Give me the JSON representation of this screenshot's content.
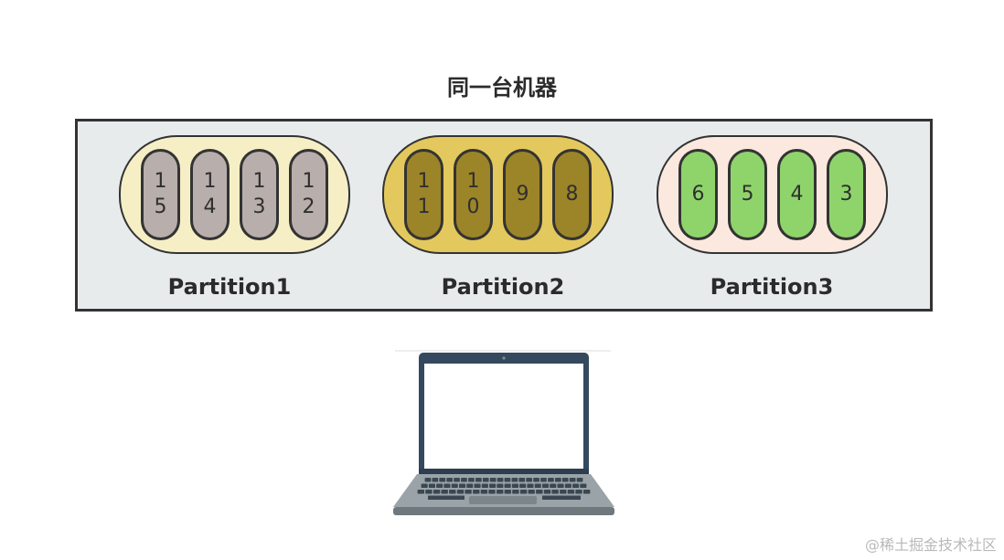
{
  "title": "同一台机器",
  "partitions": [
    {
      "label": "Partition1",
      "capsule_color": "#f6efc6",
      "message_color": "#b8aeab",
      "messages": [
        {
          "lines": [
            "1",
            "5"
          ]
        },
        {
          "lines": [
            "1",
            "4"
          ]
        },
        {
          "lines": [
            "1",
            "3"
          ]
        },
        {
          "lines": [
            "1",
            "2"
          ]
        }
      ]
    },
    {
      "label": "Partition2",
      "capsule_color": "#e3c85d",
      "message_color": "#9c8428",
      "messages": [
        {
          "lines": [
            "1",
            "1"
          ]
        },
        {
          "lines": [
            "1",
            "0"
          ]
        },
        {
          "lines": [
            "9"
          ]
        },
        {
          "lines": [
            "8"
          ]
        }
      ]
    },
    {
      "label": "Partition3",
      "capsule_color": "#fbe9df",
      "message_color": "#8ed46b",
      "messages": [
        {
          "lines": [
            "6"
          ]
        },
        {
          "lines": [
            "5"
          ]
        },
        {
          "lines": [
            "4"
          ]
        },
        {
          "lines": [
            "3"
          ]
        }
      ]
    }
  ],
  "laptop": {
    "icon": "laptop-icon",
    "frame_color": "#34495e",
    "base_color": "#9aa4a8"
  },
  "watermark": "@稀土掘金技术社区"
}
